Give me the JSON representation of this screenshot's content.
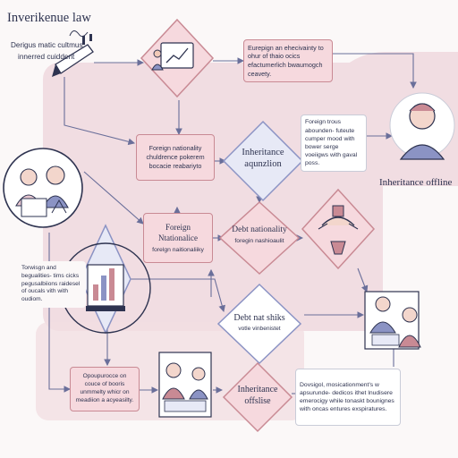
{
  "header": {
    "title": "Inverikenue law",
    "subtitle_line1": "Derigus matic cultmus",
    "subtitle_line2": "innerred cuiddent"
  },
  "nodes": {
    "top_right_box": "Eurepign an ehecivainty to ohur of thaio ocics efactumerlich bwaumogch ceavety.",
    "foreign_children_box": "Foreign nationality chuldrence pokerem bocacie reabariyto",
    "inheritance_acquisition": "Inheritance aqunzlion",
    "right_note": "Foreign trous abounden- futeute cumper mood with bower serge voeiigws with gaval poss.",
    "inheritance_offline_title": "Inheritance offline",
    "foreign_nationality_box_title": "Foreign Ntationalice",
    "foreign_nationality_box_sub": "forelgn naitionaliiky",
    "debt_nationality_title": "Debt nationality",
    "debt_nationality_sub": "foregin nashioaulit",
    "left_note": "Torwisgn and begualities- tims cicks pegusalbiions raidesel of oucals vith with oudiom.",
    "debt_nat_shiks_title": "Debt nat shiks",
    "debt_nat_shiks_sub": "votle vinbenistet",
    "bottom_left_box": "Opoupurocce on couce of booris unmmelty whicr on meadiion a acyeasilty.",
    "inheritance_offslise": "Inheritance offslise",
    "bottom_right_note": "Dovsigol, mosicationment's w apsurunde- dedicos ithet lnudisere emerocigy while tonaskt bounignes with oncas entures exspiratures."
  },
  "icons": [
    "pen-icon",
    "chart-board-icon",
    "person-icon",
    "family-icon",
    "handshake-icon",
    "bar-chart-document-icon",
    "business-people-icon",
    "team-meeting-icon"
  ],
  "colors": {
    "pink_fill": "#f6d9de",
    "pink_border": "#c98a94",
    "blue_fill": "#e7e9f6",
    "blue_border": "#8b93c4",
    "navy": "#2e3350",
    "background_blob": "#f1dde2"
  }
}
